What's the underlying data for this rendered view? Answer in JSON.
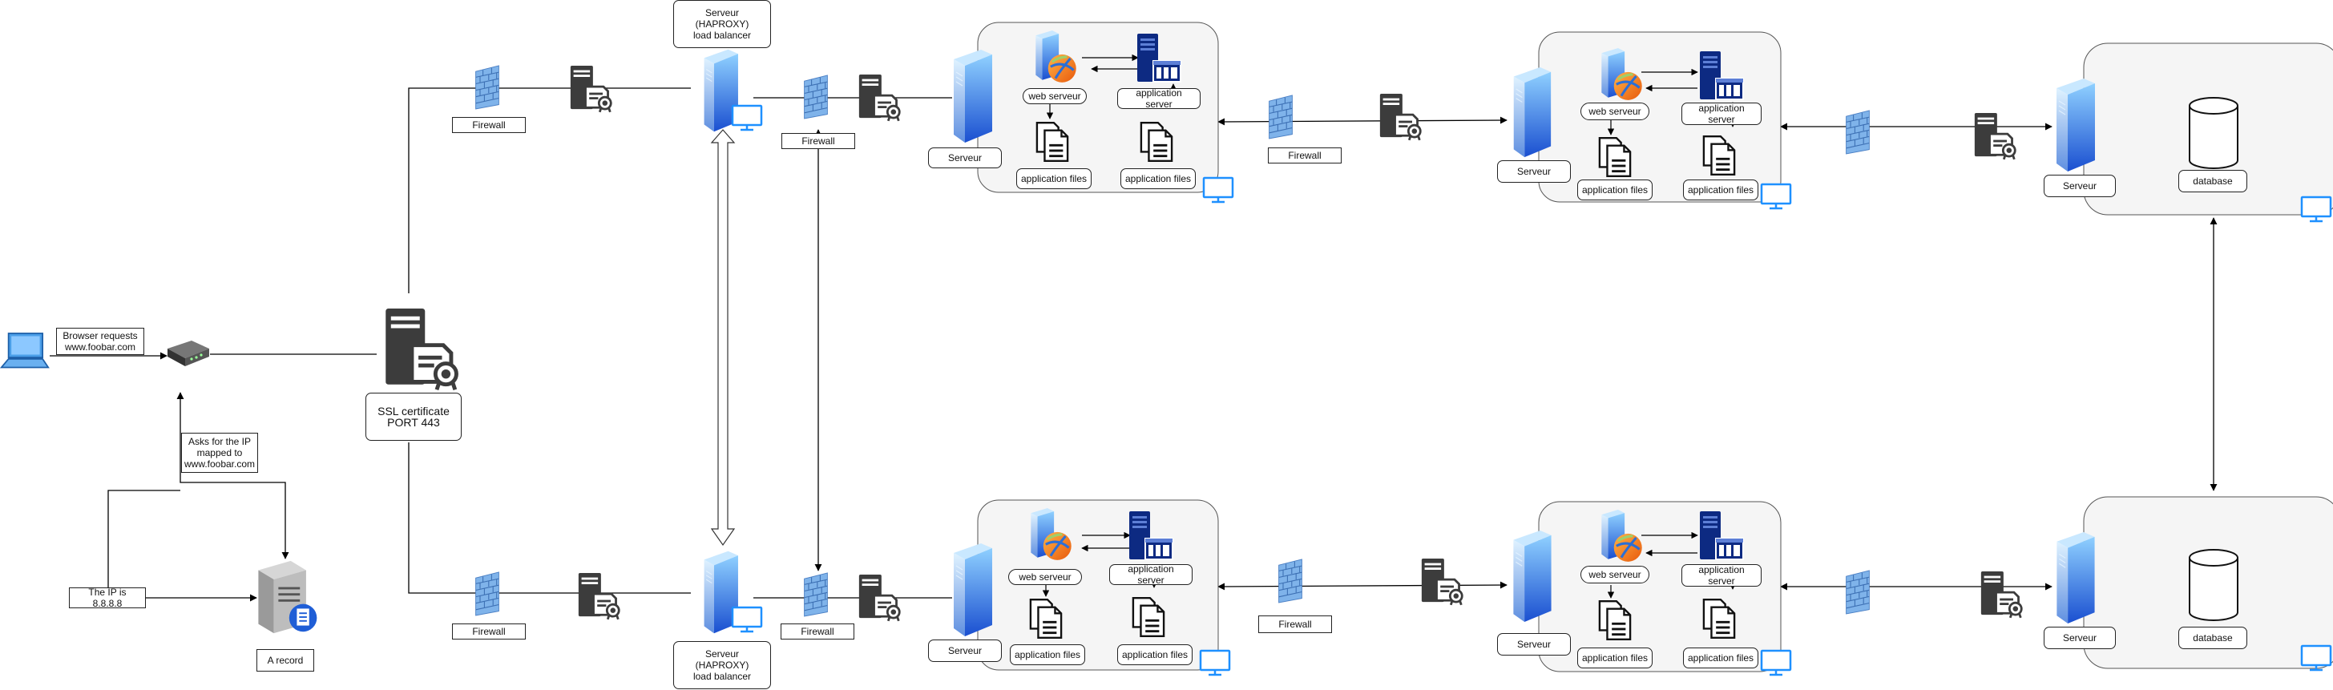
{
  "client": {
    "browser_request": "Browser requests\nwww.foobar.com",
    "dns_query": "Asks for the IP\nmapped to\nwww.foobar.com",
    "dns_answer": "The IP is 8.8.8.8",
    "a_record": "A record"
  },
  "ssl": {
    "label": "SSL certificate\nPORT 443"
  },
  "load_balancer": {
    "label": "Serveur\n(HAPROXY)\nload balancer"
  },
  "firewall": {
    "label": "Firewall"
  },
  "server": {
    "label": "Serveur"
  },
  "app_stack": {
    "web_server": "web serveur",
    "application_server": "application server",
    "application_files": "application files"
  },
  "database": {
    "label": "database"
  },
  "colors": {
    "firewall": "#6aa0de",
    "server_light": "#6fb7f5",
    "server_dark": "#1f5ed6",
    "app_server": "#0d2a82",
    "cert_icon": "#3c3c3c",
    "cluster_bg": "#f5f5f5",
    "monitor": "#1e90ff"
  }
}
